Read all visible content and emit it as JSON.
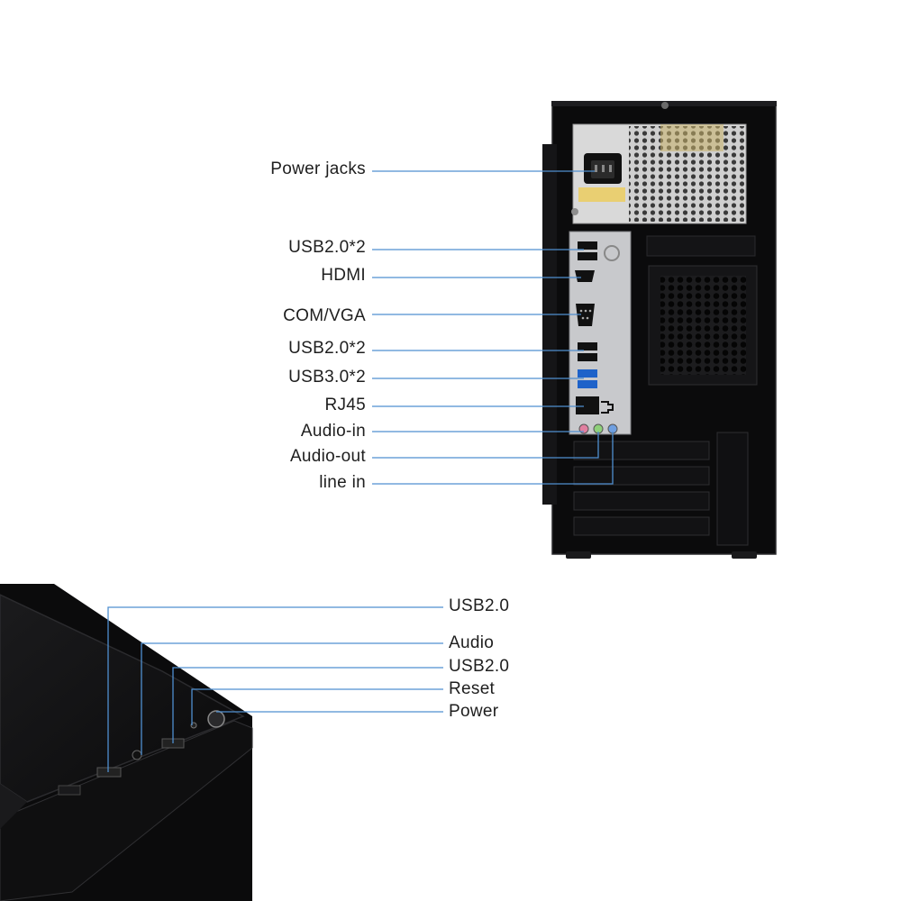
{
  "colors": {
    "case_body": "#0b0b0c",
    "case_edge": "#2a2a2d",
    "psu_metal": "#d9d9d9",
    "io_shield": "#c8c9cc",
    "leader_line": "#4f8fd0",
    "label_text": "#1e1e1e",
    "usb3_blue": "#1e62c9",
    "audio_pink": "#e07fa0",
    "audio_green": "#8fd07a",
    "audio_blue": "#6f9fe0"
  },
  "rear_labels": [
    {
      "id": "power-jacks",
      "text": "Power jacks"
    },
    {
      "id": "usb2-x2-top",
      "text": "USB2.0*2"
    },
    {
      "id": "hdmi",
      "text": "HDMI"
    },
    {
      "id": "com-vga",
      "text": "COM/VGA"
    },
    {
      "id": "usb2-x2-bottom",
      "text": "USB2.0*2"
    },
    {
      "id": "usb3-x2",
      "text": "USB3.0*2"
    },
    {
      "id": "rj45",
      "text": "RJ45"
    },
    {
      "id": "audio-in",
      "text": "Audio-in"
    },
    {
      "id": "audio-out",
      "text": "Audio-out"
    },
    {
      "id": "line-in",
      "text": "line in"
    }
  ],
  "front_labels": [
    {
      "id": "front-usb2-a",
      "text": "USB2.0"
    },
    {
      "id": "front-audio",
      "text": "Audio"
    },
    {
      "id": "front-usb2-b",
      "text": "USB2.0"
    },
    {
      "id": "front-reset",
      "text": "Reset"
    },
    {
      "id": "front-power",
      "text": "Power"
    }
  ],
  "icons": {
    "power_socket": "iec-power-socket-icon",
    "usb": "usb-port-icon",
    "hdmi": "hdmi-port-icon",
    "vga": "vga-port-icon",
    "rj45": "ethernet-port-icon",
    "audio": "audio-jack-icon",
    "power_button": "power-button-icon"
  }
}
